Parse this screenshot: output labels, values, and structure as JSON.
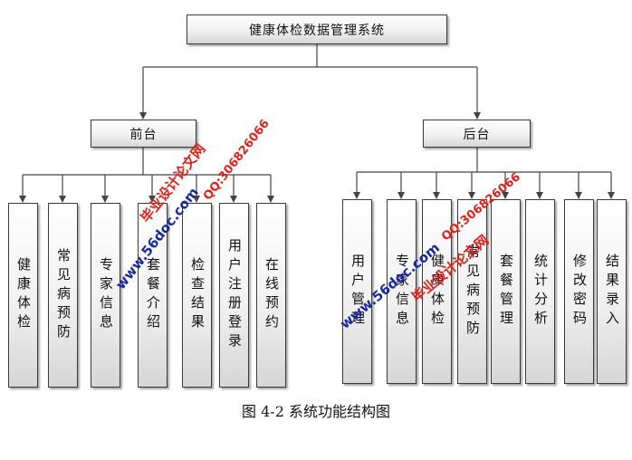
{
  "root": "健康体检数据管理系统",
  "branches": [
    {
      "label": "前台",
      "children": [
        "健康体检",
        "常见病预防",
        "专家信息",
        "套餐介绍",
        "检查结果",
        "用户注册登录",
        "在线预约"
      ]
    },
    {
      "label": "后台",
      "children": [
        "用户管理",
        "专家信息",
        "健康体检",
        "常见病预防",
        "套餐管理",
        "统计分析",
        "修改密码",
        "结果录入"
      ]
    }
  ],
  "caption": "图 4-2 系统功能结构图",
  "watermarks": [
    {
      "url": "www.56doc.com",
      "name": "毕业设计论文网",
      "qq": "QQ:306826066"
    },
    {
      "url": "www.56doc.com",
      "name": "毕业设计论文网",
      "qq": "QQ:306826066"
    }
  ],
  "colors": {
    "line": "#444444",
    "border": "#3a3a3a",
    "watermark_blue": "#1a2aa0",
    "watermark_red": "#e0201a"
  }
}
